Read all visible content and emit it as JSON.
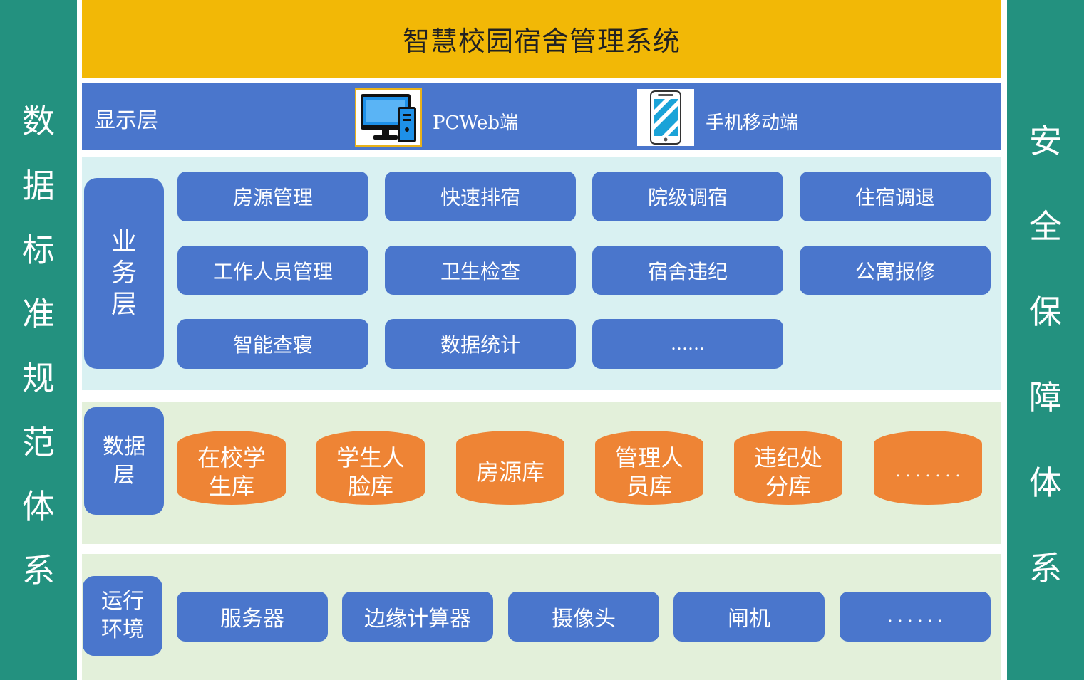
{
  "title": "智慧校园宿舍管理系统",
  "left_column": {
    "chars": [
      "数",
      "据",
      "标",
      "准",
      "规",
      "范",
      "体",
      "系"
    ]
  },
  "right_column": {
    "chars": [
      "安",
      "全",
      "保",
      "障",
      "体",
      "系"
    ]
  },
  "display_layer": {
    "label": "显示层",
    "clients": [
      {
        "label": "PCWeb端",
        "icon": "desktop-computer-icon"
      },
      {
        "label": "手机移动端",
        "icon": "mobile-phone-icon"
      }
    ]
  },
  "business_layer": {
    "label_lines": [
      "业",
      "务",
      "层"
    ],
    "modules": [
      "房源管理",
      "快速排宿",
      "院级调宿",
      "住宿调退",
      "工作人员管理",
      "卫生检查",
      "宿舍违纪",
      "公寓报修",
      "智能查寝",
      "数据统计",
      "……"
    ]
  },
  "data_layer": {
    "label_lines": [
      "数据",
      "层"
    ],
    "stores": [
      {
        "lines": [
          "在校学",
          "生库"
        ]
      },
      {
        "lines": [
          "学生人",
          "脸库"
        ]
      },
      {
        "lines": [
          "房源库"
        ]
      },
      {
        "lines": [
          "管理人",
          "员库"
        ]
      },
      {
        "lines": [
          "违纪处",
          "分库"
        ]
      },
      {
        "lines": [
          ". . . . . . ."
        ]
      }
    ]
  },
  "runtime_layer": {
    "label_lines": [
      "运行",
      "环境"
    ],
    "items": [
      "服务器",
      "边缘计算器",
      "摄像头",
      "闸机",
      ". . . . . ."
    ]
  },
  "colors": {
    "side_bars": "#23917f",
    "title_band": "#f2b806",
    "blue_box": "#4a76cc",
    "business_band": "#d9f1f2",
    "data_band": "#e3f0da",
    "cylinder": "#ee8435"
  }
}
